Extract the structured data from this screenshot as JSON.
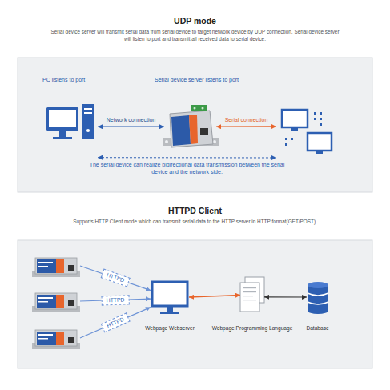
{
  "diagram": {
    "title": "UDP mode",
    "nodes": [
      {
        "text": [
          "PC listens to port"
        ]
      },
      {
        "text": [
          "Serial device server listens to port"
        ]
      },
      {
        "text": []
      },
      {
        "text": []
      },
      {
        "text": []
      },
      {
        "text": []
      },
      {
        "text": [
          "Webpage Webserver"
        ]
      },
      {
        "text": [
          "Webpage Programming Language"
        ]
      },
      {
        "text": [
          "Database"
        ]
      }
    ],
    "edges": [
      {
        "from": 0,
        "to": 1,
        "arrow": "both",
        "label": "Network connection"
      },
      {
        "from": 1,
        "to": 2,
        "arrow": "both",
        "label": "Serial connection"
      },
      {
        "from": 0,
        "to": 2,
        "arrow": "both",
        "label": "The serial device can realize bidirectional data transmission between the serial device and the network side."
      },
      {
        "from": 3,
        "to": 6,
        "arrow": "to",
        "label": "HTTPD"
      },
      {
        "from": 4,
        "to": 6,
        "arrow": "to",
        "label": "HTTPD"
      },
      {
        "from": 5,
        "to": 6,
        "arrow": "to",
        "label": "HTTPD"
      },
      {
        "from": 6,
        "to": 7,
        "arrow": "both"
      },
      {
        "from": 7,
        "to": 8,
        "arrow": "both"
      }
    ],
    "labels": [
      "Serial device server will transmit serial data from serial device to target network device by UDP connection. Serial device server will listen to port and transmit all received data to serial device.",
      "HTTPD Client",
      "Supports HTTP Client mode which can transmit serial data to the HTTP server in HTTP format(GET/POST)."
    ]
  }
}
